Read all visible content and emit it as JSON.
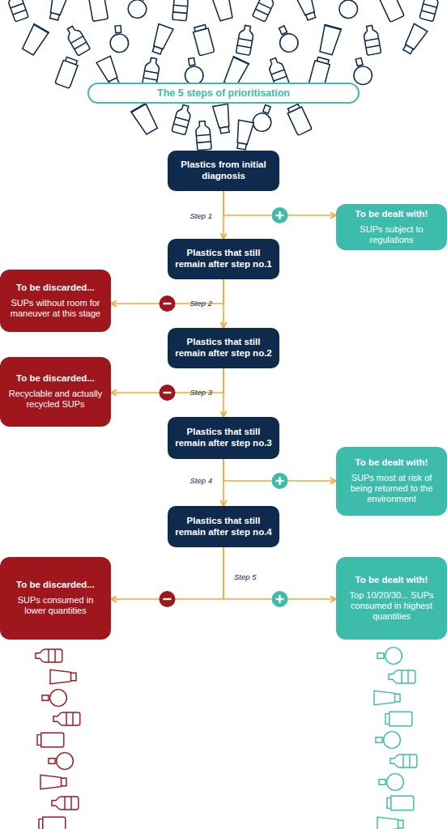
{
  "diagram": {
    "title": "The 5 steps of prioritisation",
    "nodes": [
      {
        "text": [
          "Plastics from initial diagnosis"
        ]
      },
      {
        "text": [
          "To be dealt with!",
          "SUPs subject to regulations"
        ]
      },
      {
        "text": [
          "Plastics that still remain after step no.1"
        ]
      },
      {
        "text": [
          "To be discarded...",
          "SUPs without room for maneuver at this stage"
        ]
      },
      {
        "text": [
          "Plastics that still remain after step no.2"
        ]
      },
      {
        "text": [
          "To be discarded...",
          "Recyclable and actually recycled SUPs"
        ]
      },
      {
        "text": [
          "Plastics that still remain after step no.3"
        ]
      },
      {
        "text": [
          "To be dealt with!",
          "SUPs most at risk of being returned to the environment"
        ]
      },
      {
        "text": [
          "Plastics that still remain after step no.4"
        ]
      },
      {
        "text": [
          "To be discarded...",
          "SUPs consumed in lower quantities"
        ]
      },
      {
        "text": [
          "To be dealt with!",
          "Top 10/20/30... SUPs consumed in highest quantities"
        ]
      }
    ],
    "edges": [
      {
        "from": 0,
        "to": 2,
        "arrow": "to",
        "label": "Step 1"
      },
      {
        "from": 0,
        "to": 1,
        "arrow": "to"
      },
      {
        "from": 2,
        "to": 4,
        "arrow": "to",
        "label": "Step 2"
      },
      {
        "from": 2,
        "to": 3,
        "arrow": "to"
      },
      {
        "from": 4,
        "to": 6,
        "arrow": "to",
        "label": "Step 3"
      },
      {
        "from": 4,
        "to": 5,
        "arrow": "to"
      },
      {
        "from": 6,
        "to": 8,
        "arrow": "to",
        "label": "Step 4"
      },
      {
        "from": 6,
        "to": 7,
        "arrow": "to"
      },
      {
        "from": 8,
        "to": 9,
        "arrow": "to"
      },
      {
        "from": 8,
        "to": 10,
        "arrow": "to",
        "label": "Step 5"
      }
    ]
  }
}
